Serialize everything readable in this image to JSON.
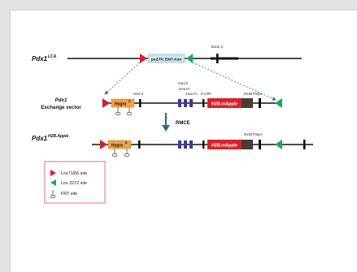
{
  "top_line": {
    "label_main": "Pdx1",
    "label_sup": "LCA",
    "cassette": "puΔTK EM7-Kan",
    "exon2": "Exon 2"
  },
  "vector": {
    "label_line1": "Pdx1",
    "label_line2": "Exchange vector",
    "hygro_main": "Hygro",
    "hygro_sup": "R",
    "exon1": "Area V",
    "exon2": "Area II",
    "exon3": "Area III",
    "exon4": "Area IV",
    "utr": "3' UTR",
    "h2b": "H2B.mApple",
    "sv40": "SV40 PolyA"
  },
  "arrow_label": "RMCE",
  "bottom_line": {
    "label_main": "Pdx1",
    "label_sup": "H2B.Apple",
    "hygro_main": "Hygro",
    "hygro_sup": "R",
    "h2b": "H2B.mApple",
    "sv40": "SV40 PolyA"
  },
  "legend": {
    "items": [
      {
        "label": "Lox71/66 site",
        "symbol": "red-triangle"
      },
      {
        "label": "Lox 2272 site",
        "symbol": "green-triangle"
      },
      {
        "label": "FRT site",
        "symbol": "frt-lollipop"
      }
    ],
    "border_color": "#e0606a"
  },
  "colors": {
    "lox71": "#dd1c2a",
    "lox2272": "#1aa85a",
    "hygro": "#f0a04a",
    "cassette": "#cfe6ea",
    "exon": "#3b3b8f",
    "h2b": "#d8232a",
    "h2b_tail": "#4a3b34",
    "arrow": "#2e6e7a"
  }
}
